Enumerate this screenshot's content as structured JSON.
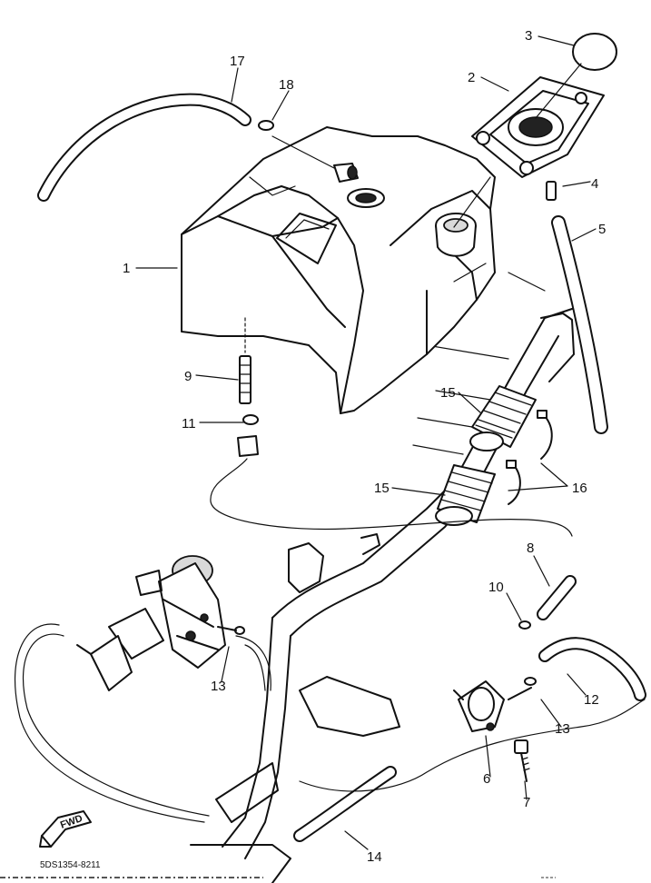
{
  "callouts": {
    "c1": "1",
    "c2": "2",
    "c3": "3",
    "c4": "4",
    "c5": "5",
    "c6": "6",
    "c7": "7",
    "c8": "8",
    "c9": "9",
    "c10": "10",
    "c11": "11",
    "c12": "12",
    "c13a": "13",
    "c13b": "13",
    "c14": "14",
    "c15a": "15",
    "c15b": "15",
    "c16": "16",
    "c17": "17",
    "c18": "18"
  },
  "direction_marker": "FWD",
  "drawing_code": "5DS1354-8211"
}
